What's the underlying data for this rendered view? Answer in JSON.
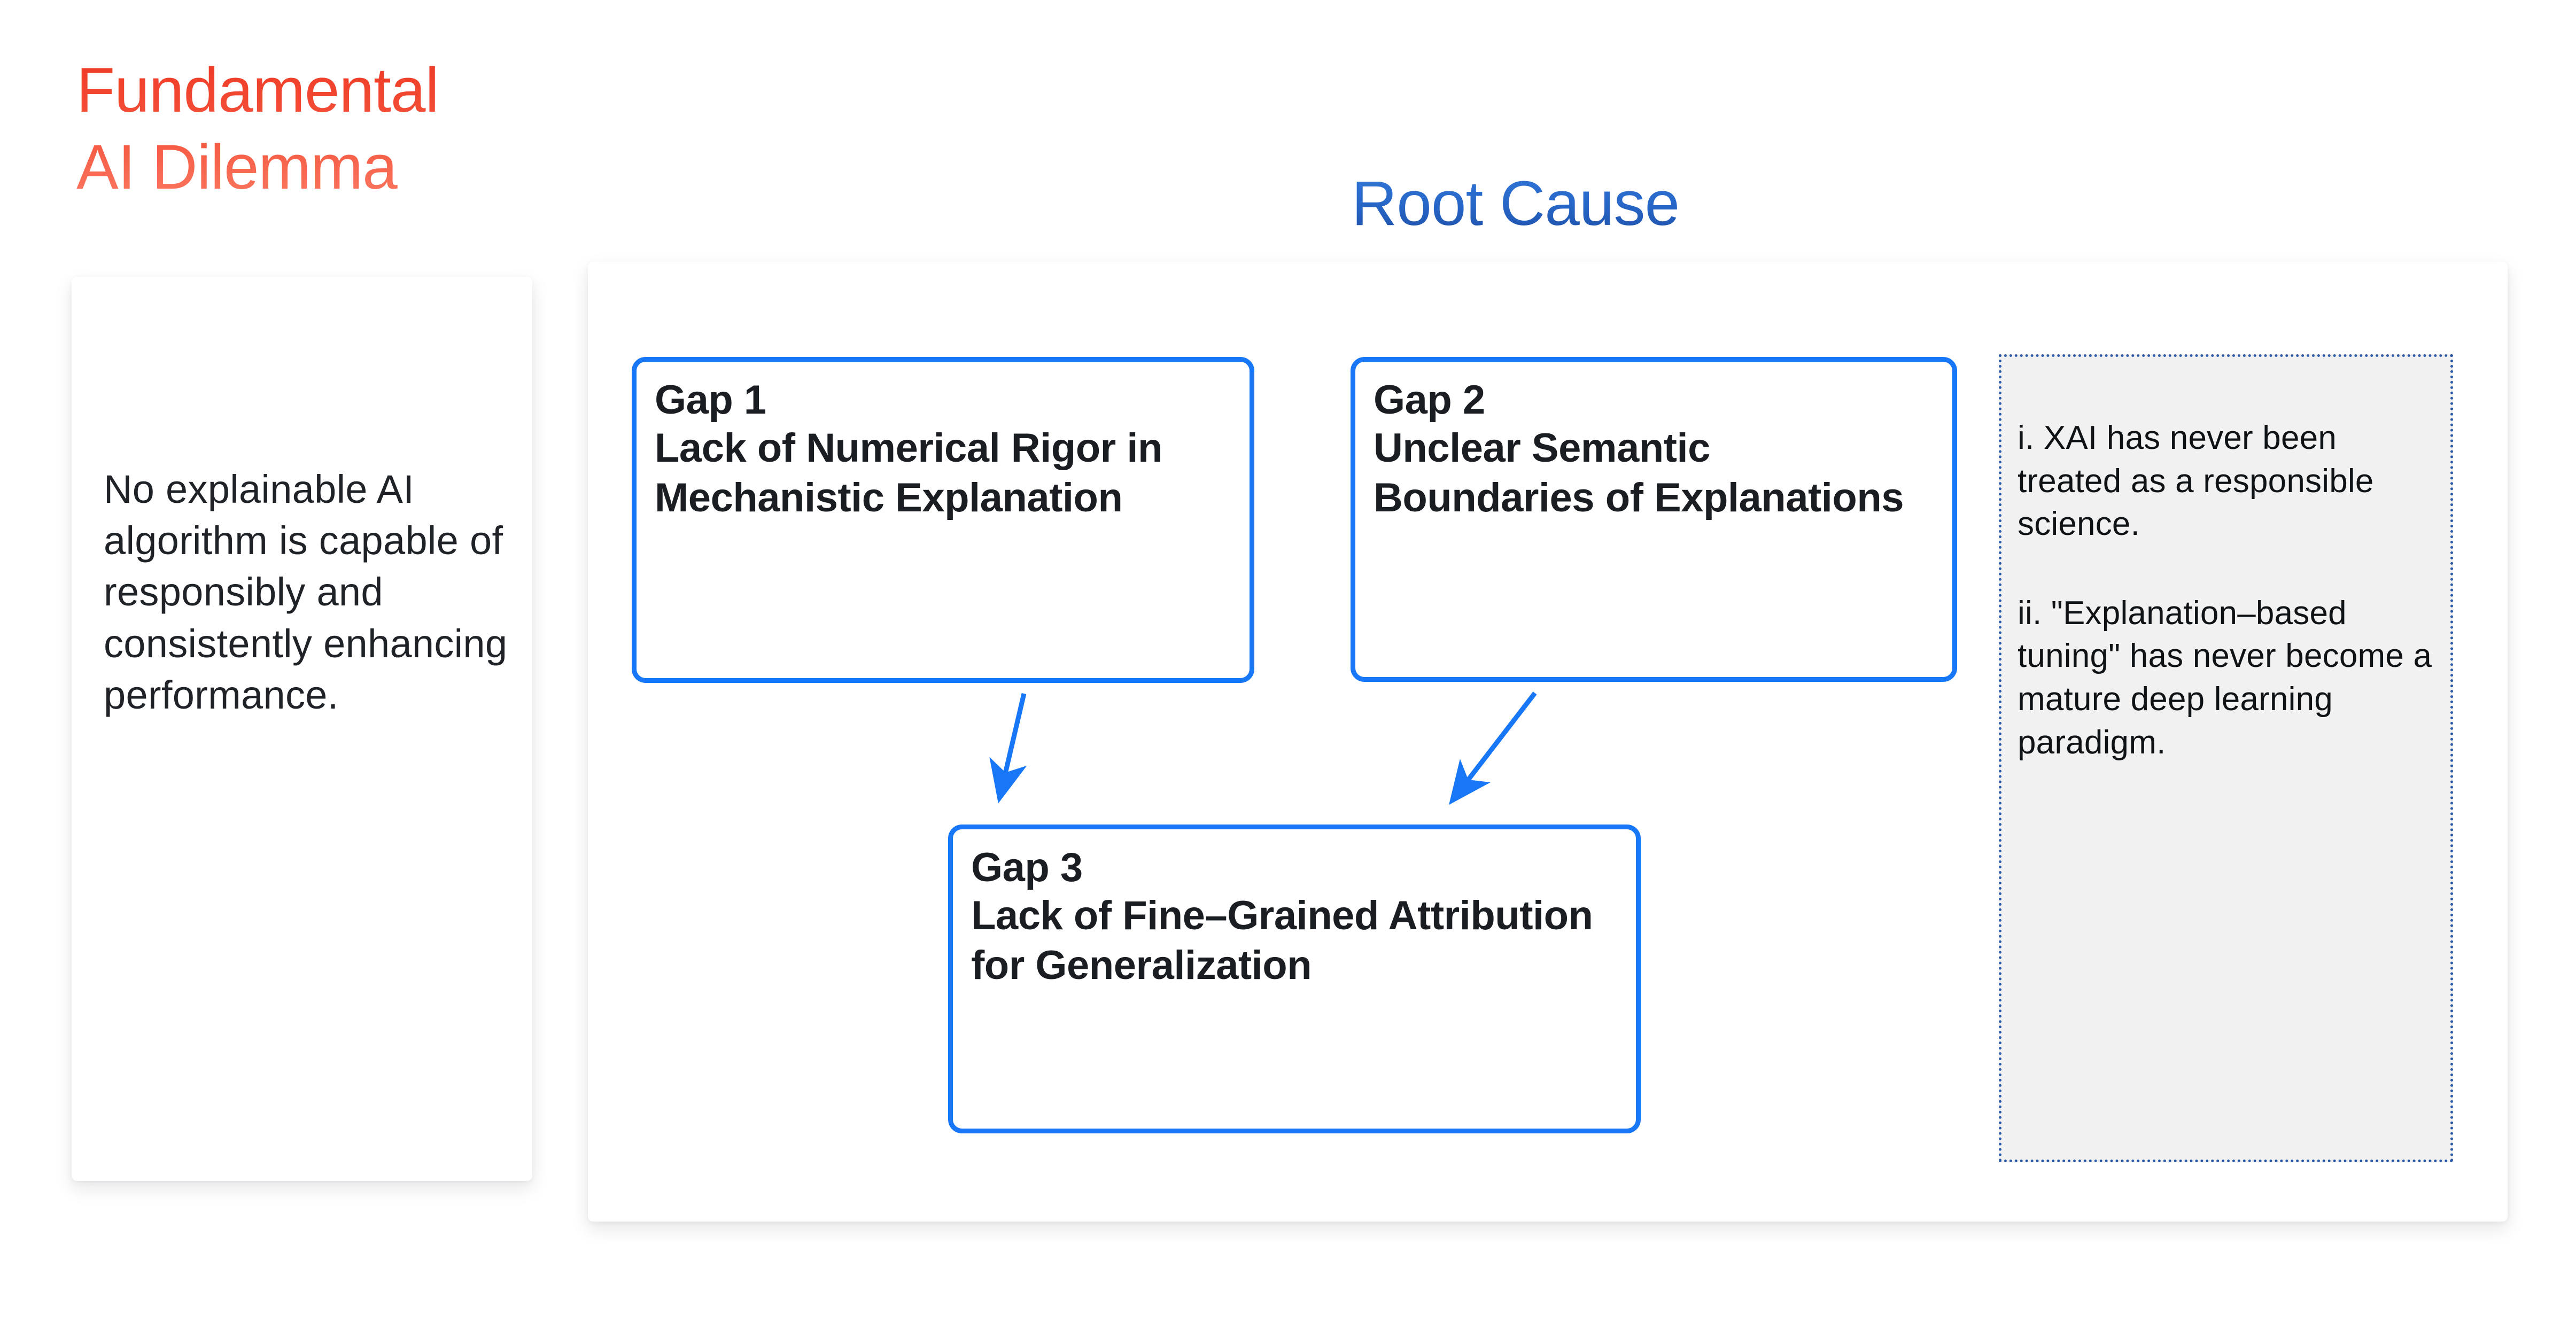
{
  "left_column": {
    "title": "Fundamental\nAI Dilemma",
    "title_color": "#F4513A",
    "statement": "No explainable AI algorithm is capable of responsibly and consistently enhancing performance."
  },
  "right_column": {
    "title": "Root Cause",
    "title_color": "#2766C6",
    "accent_color": "#1877F7",
    "gaps": [
      {
        "label": "Gap 1",
        "description": "Lack of Numerical Rigor in Mechanistic Explanation"
      },
      {
        "label": "Gap 2",
        "description": "Unclear Semantic Boundaries of Explanations"
      },
      {
        "label": "Gap 3",
        "description": "Lack of Fine–Grained Attribution for Generalization"
      }
    ],
    "notes_panel": {
      "background_color": "#F1F1F1",
      "border_color": "#2B5BA8",
      "notes": [
        "i. XAI has never been treated as a responsible science.",
        "ii. \"Explanation–based tuning\" has never become a mature deep learning paradigm."
      ]
    },
    "connectors": [
      {
        "from": "Gap 1",
        "to": "Gap 3"
      },
      {
        "from": "Gap 2",
        "to": "Gap 3"
      }
    ]
  }
}
